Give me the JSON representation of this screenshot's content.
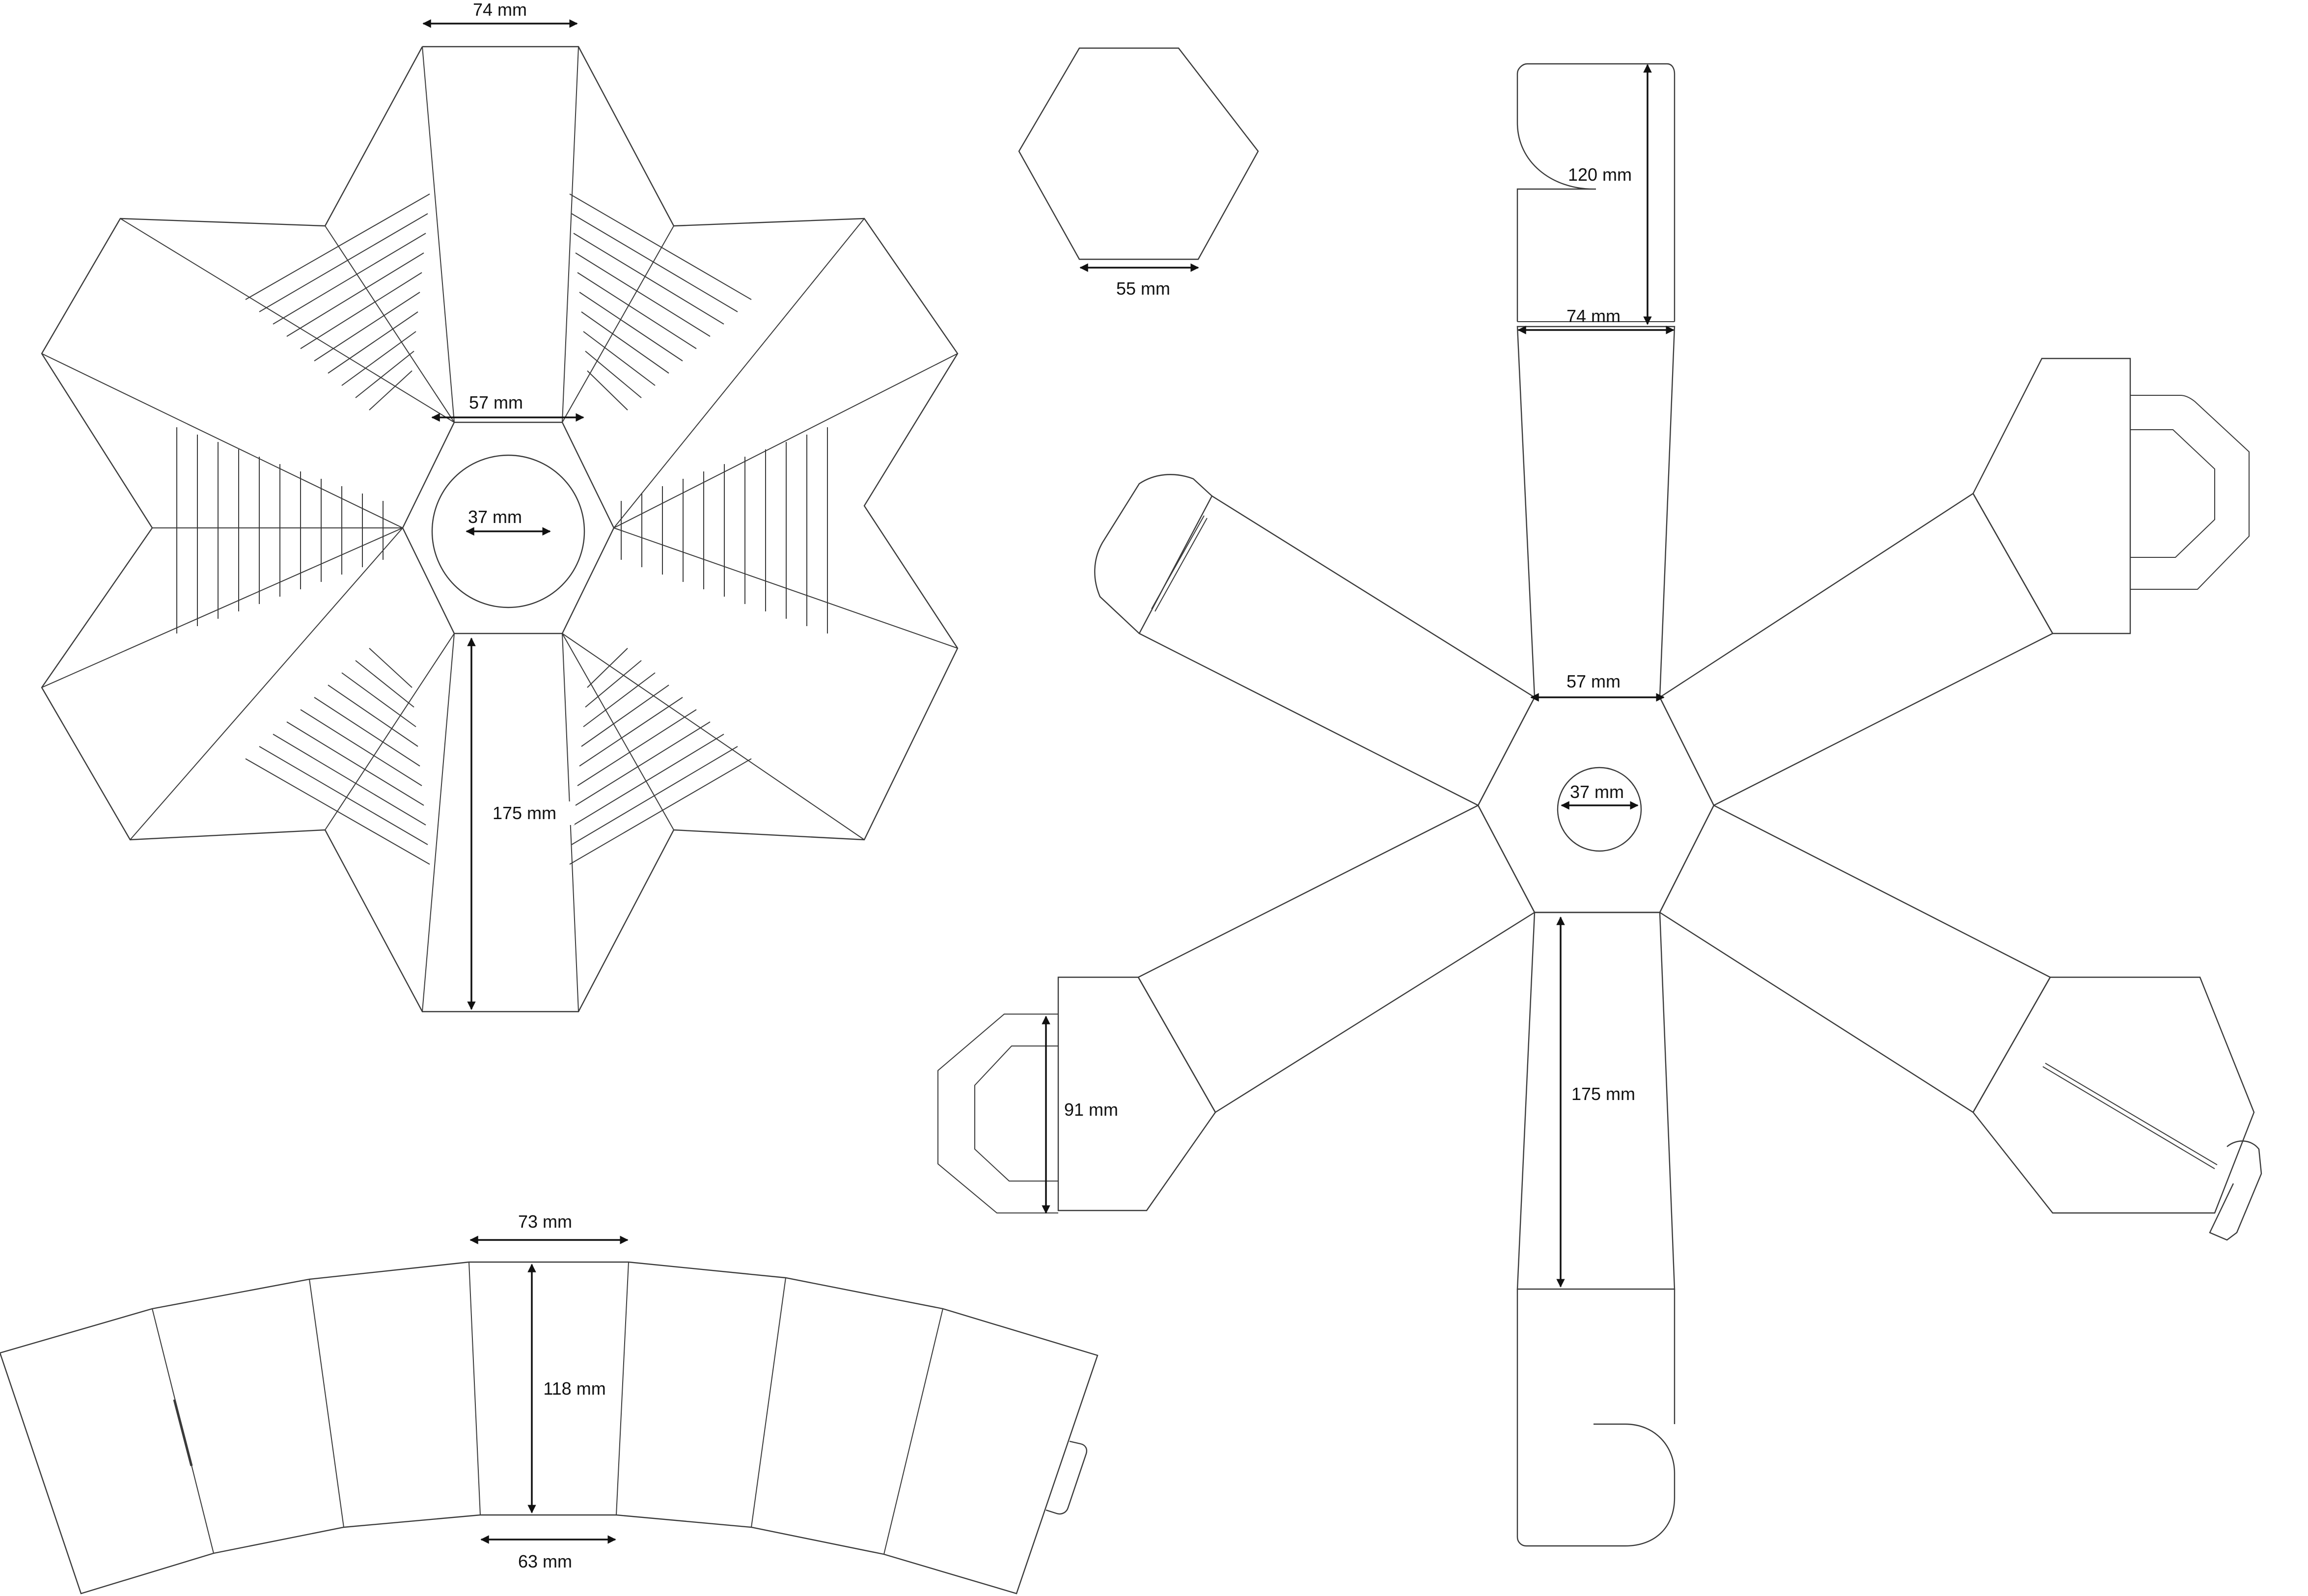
{
  "colors": {
    "line": "#3a3a3a",
    "dimension": "#111111",
    "background": "#ffffff"
  },
  "star_net": {
    "dim_top_width": "74 mm",
    "dim_hex_side": "57 mm",
    "dim_hole": "37 mm",
    "dim_arm_length": "175 mm"
  },
  "hexagon_piece": {
    "dim_side": "55 mm"
  },
  "arm_net": {
    "dim_tab_height": "120 mm",
    "dim_top_width": "74 mm",
    "dim_hex_side": "57 mm",
    "dim_hole": "37 mm",
    "dim_arm_length": "175 mm",
    "dim_tab_side": "91 mm"
  },
  "band": {
    "dim_top_width": "73 mm",
    "dim_height": "118 mm",
    "dim_bottom_width": "63 mm"
  }
}
